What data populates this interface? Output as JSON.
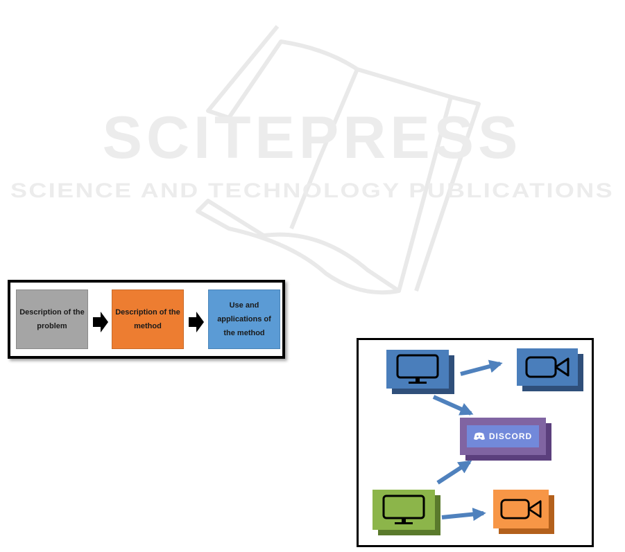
{
  "watermark": {
    "brand": "SCITEPRESS",
    "tagline": "SCIENCE AND TECHNOLOGY PUBLICATIONS"
  },
  "flow": {
    "steps": [
      {
        "label_line1": "Description of the",
        "label_line2": "problem",
        "color": "#a5a5a5"
      },
      {
        "label_line1": "Description of the",
        "label_line2": "method",
        "color": "#ed7d31"
      },
      {
        "label_line1": "Use and applications of",
        "label_line2": "the method",
        "color": "#5b9bd5"
      }
    ]
  },
  "network": {
    "discord_label": "DISCORD",
    "colors": {
      "blue": "#4a7ebb",
      "blue_dark": "#2f4f7a",
      "purple": "#8064a2",
      "purple_dark": "#5b3f7d",
      "discord_inner": "#7289da",
      "green": "#8cb54a",
      "green_dark": "#5a7a2c",
      "orange": "#f79646",
      "orange_dark": "#b3601c",
      "arrow": "#4f81bd"
    }
  }
}
